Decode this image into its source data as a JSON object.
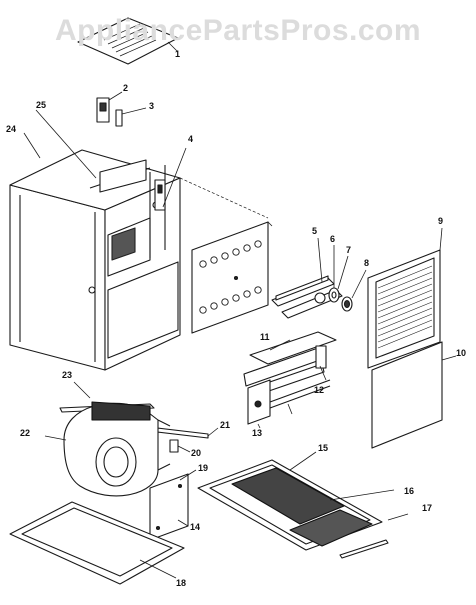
{
  "watermark": "AppliancePartsPros.com",
  "callouts": [
    "1",
    "2",
    "3",
    "4",
    "5",
    "6",
    "7",
    "8",
    "9",
    "10",
    "11",
    "12",
    "13",
    "14",
    "15",
    "16",
    "17",
    "18",
    "19",
    "20",
    "21",
    "22",
    "23",
    "24",
    "25"
  ]
}
